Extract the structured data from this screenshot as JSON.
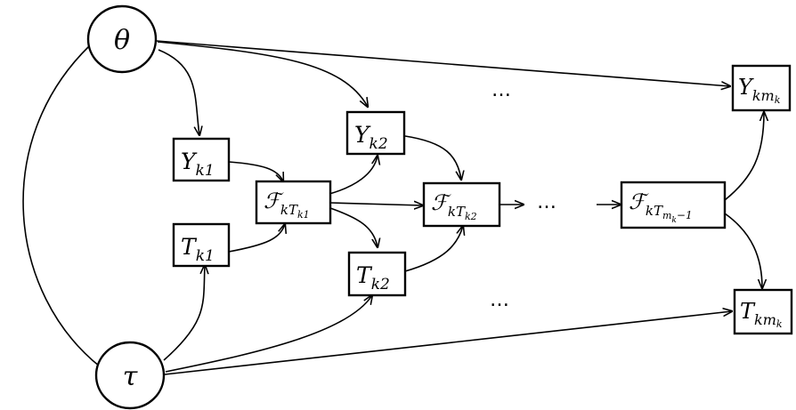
{
  "nodes": {
    "theta": "θ",
    "tau": "τ",
    "yk1": {
      "base": "Y",
      "sub": "k1"
    },
    "tk1": {
      "base": "T",
      "sub": "k1"
    },
    "fk1": {
      "base": "ℱ",
      "sub": "kT",
      "subsub": "k1"
    },
    "yk2": {
      "base": "Y",
      "sub": "k2"
    },
    "tk2": {
      "base": "T",
      "sub": "k2"
    },
    "fk2": {
      "base": "ℱ",
      "sub": "kT",
      "subsub": "k2"
    },
    "fkm": {
      "base": "ℱ",
      "sub": "kT",
      "subsub": "m",
      "subsubsub": "k",
      "tail": "−1"
    },
    "ykm": {
      "base": "Y",
      "sub": "km",
      "subsub": "k"
    },
    "tkm": {
      "base": "T",
      "sub": "km",
      "subsub": "k"
    }
  },
  "ellipses": {
    "top": "…",
    "middle": "…",
    "bottom": "…"
  }
}
